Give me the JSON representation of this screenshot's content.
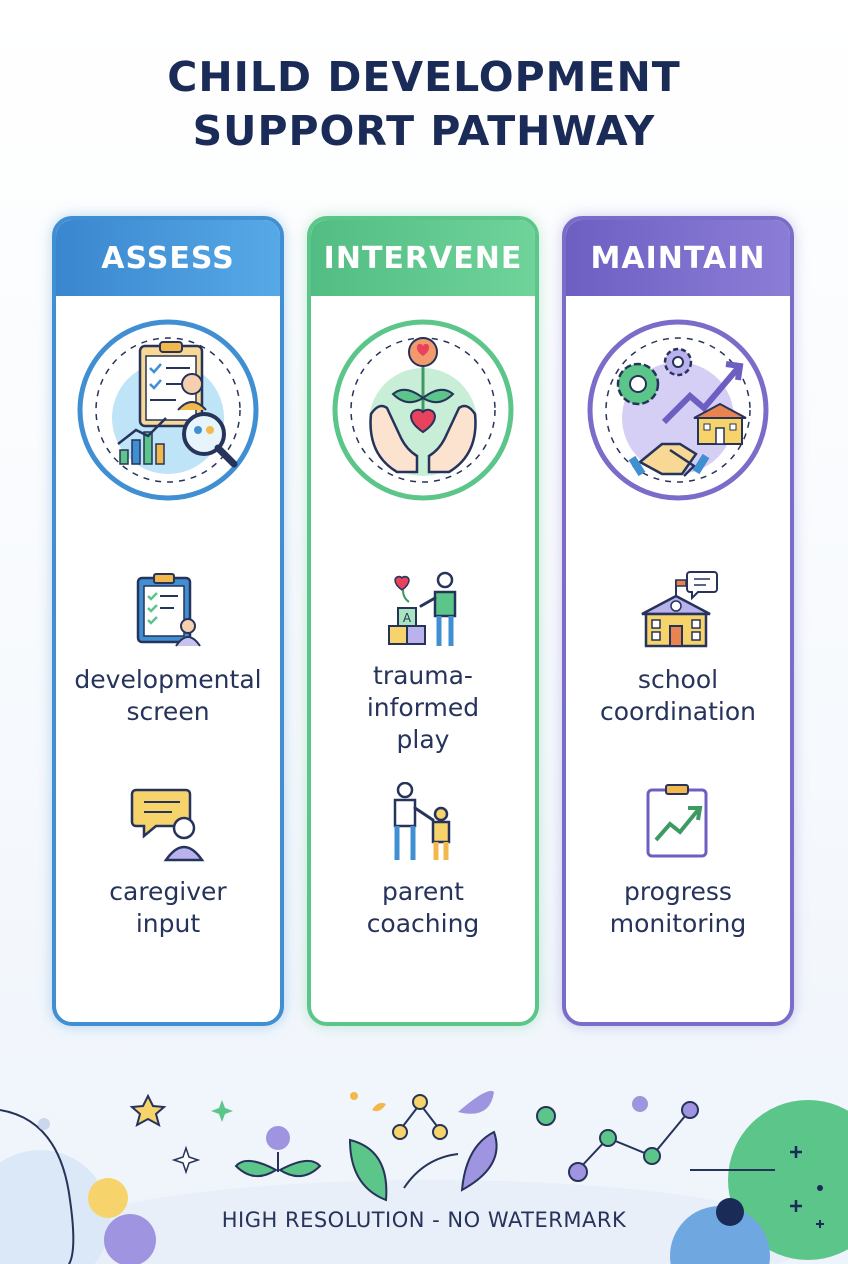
{
  "title_line1": "CHILD DEVELOPMENT",
  "title_line2": "SUPPORT PATHWAY",
  "columns": [
    {
      "heading": "ASSESS",
      "color": "#3f8fd2",
      "hero_icon": "assessment-clipboard-magnifier-icon",
      "items": [
        {
          "label_line1": "developmental",
          "label_line2": "screen",
          "label_line3": "",
          "icon": "clipboard-checklist-icon"
        },
        {
          "label_line1": "caregiver",
          "label_line2": "input",
          "label_line3": "",
          "icon": "speech-bubble-person-icon"
        }
      ]
    },
    {
      "heading": "INTERVENE",
      "color": "#5cc58a",
      "hero_icon": "hands-flower-heart-icon",
      "items": [
        {
          "label_line1": "trauma-",
          "label_line2": "informed",
          "label_line3": "play",
          "icon": "blocks-play-person-icon",
          "block_letter": "A"
        },
        {
          "label_line1": "parent",
          "label_line2": "coaching",
          "label_line3": "",
          "icon": "parent-child-icon"
        }
      ]
    },
    {
      "heading": "MAINTAIN",
      "color": "#7a6cc9",
      "hero_icon": "gears-growth-handshake-icon",
      "items": [
        {
          "label_line1": "school",
          "label_line2": "coordination",
          "label_line3": "",
          "icon": "school-chat-icon"
        },
        {
          "label_line1": "progress",
          "label_line2": "monitoring",
          "label_line3": "",
          "icon": "progress-chart-clipboard-icon"
        }
      ]
    }
  ],
  "footer_text": "HIGH RESOLUTION - NO WATERMARK"
}
